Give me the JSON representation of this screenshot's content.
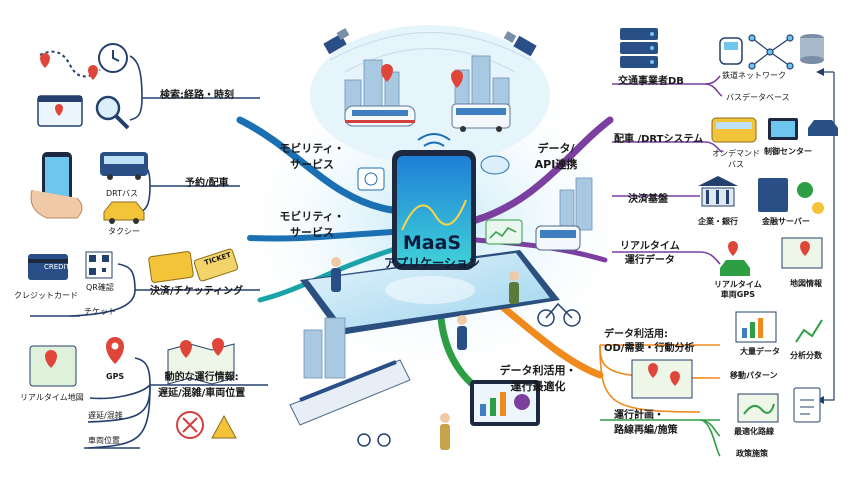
{
  "center": {
    "title": "MaaS",
    "subtitle": "アプリケーション"
  },
  "hubs": {
    "mobility_top": "モビリティ・\nサービス",
    "mobility_mid": "モビリティ・\nサービス",
    "data_api": "データ/\nAPI連携",
    "data_opt": "データ利活用・\n運行最適化"
  },
  "left": {
    "search": "検索:経路・時刻",
    "booking": "予約/配車",
    "drt_bus": "DRTバス",
    "taxi": "タクシー",
    "payment": "決済/チケッティング",
    "credit": "クレジットカード",
    "qr": "QR確認",
    "ticket": "チケット",
    "ops_info": "動的な運行情報:\n遅延/混雑/車両位置",
    "gps": "GPS",
    "realtime_map": "リアルタイム地図",
    "delay": "遅延/混雑",
    "vehicle_pos": "車両位置",
    "ticket_sign": "TICKET",
    "card_sign": "CREDIT"
  },
  "right": {
    "operator_db": "交通事業者DB",
    "rail_network": "鉄道ネットワーク",
    "bus_db": "バスデータベース",
    "dispatch": "配車 /DRTシステム",
    "on_demand": "オンデマンド\nバス",
    "control": "制御センター",
    "settlement": "決済基盤",
    "bank": "企業・銀行",
    "fin_server": "金融サーバー",
    "realtime_data": "リアルタイム\n運行データ",
    "vehicle_gps": "リアルタイム\n車両GPS",
    "map_info": "地図情報",
    "data_use": "データ利活用:\nOD/需要・行動分析",
    "big_data": "大量データ",
    "analysis": "分析分数",
    "movement": "移動パターン",
    "planning": "運行計画・\n路線再編/施策",
    "route_opt": "最適化路線",
    "policy": "政策施策"
  },
  "colors": {
    "blue_flow": "#1b6fb3",
    "purple_flow": "#7b3fa0",
    "orange_flow": "#f08a1c",
    "green_flow": "#2e9e45",
    "teal_flow": "#1aa3a8",
    "navy_line": "#24406e"
  }
}
